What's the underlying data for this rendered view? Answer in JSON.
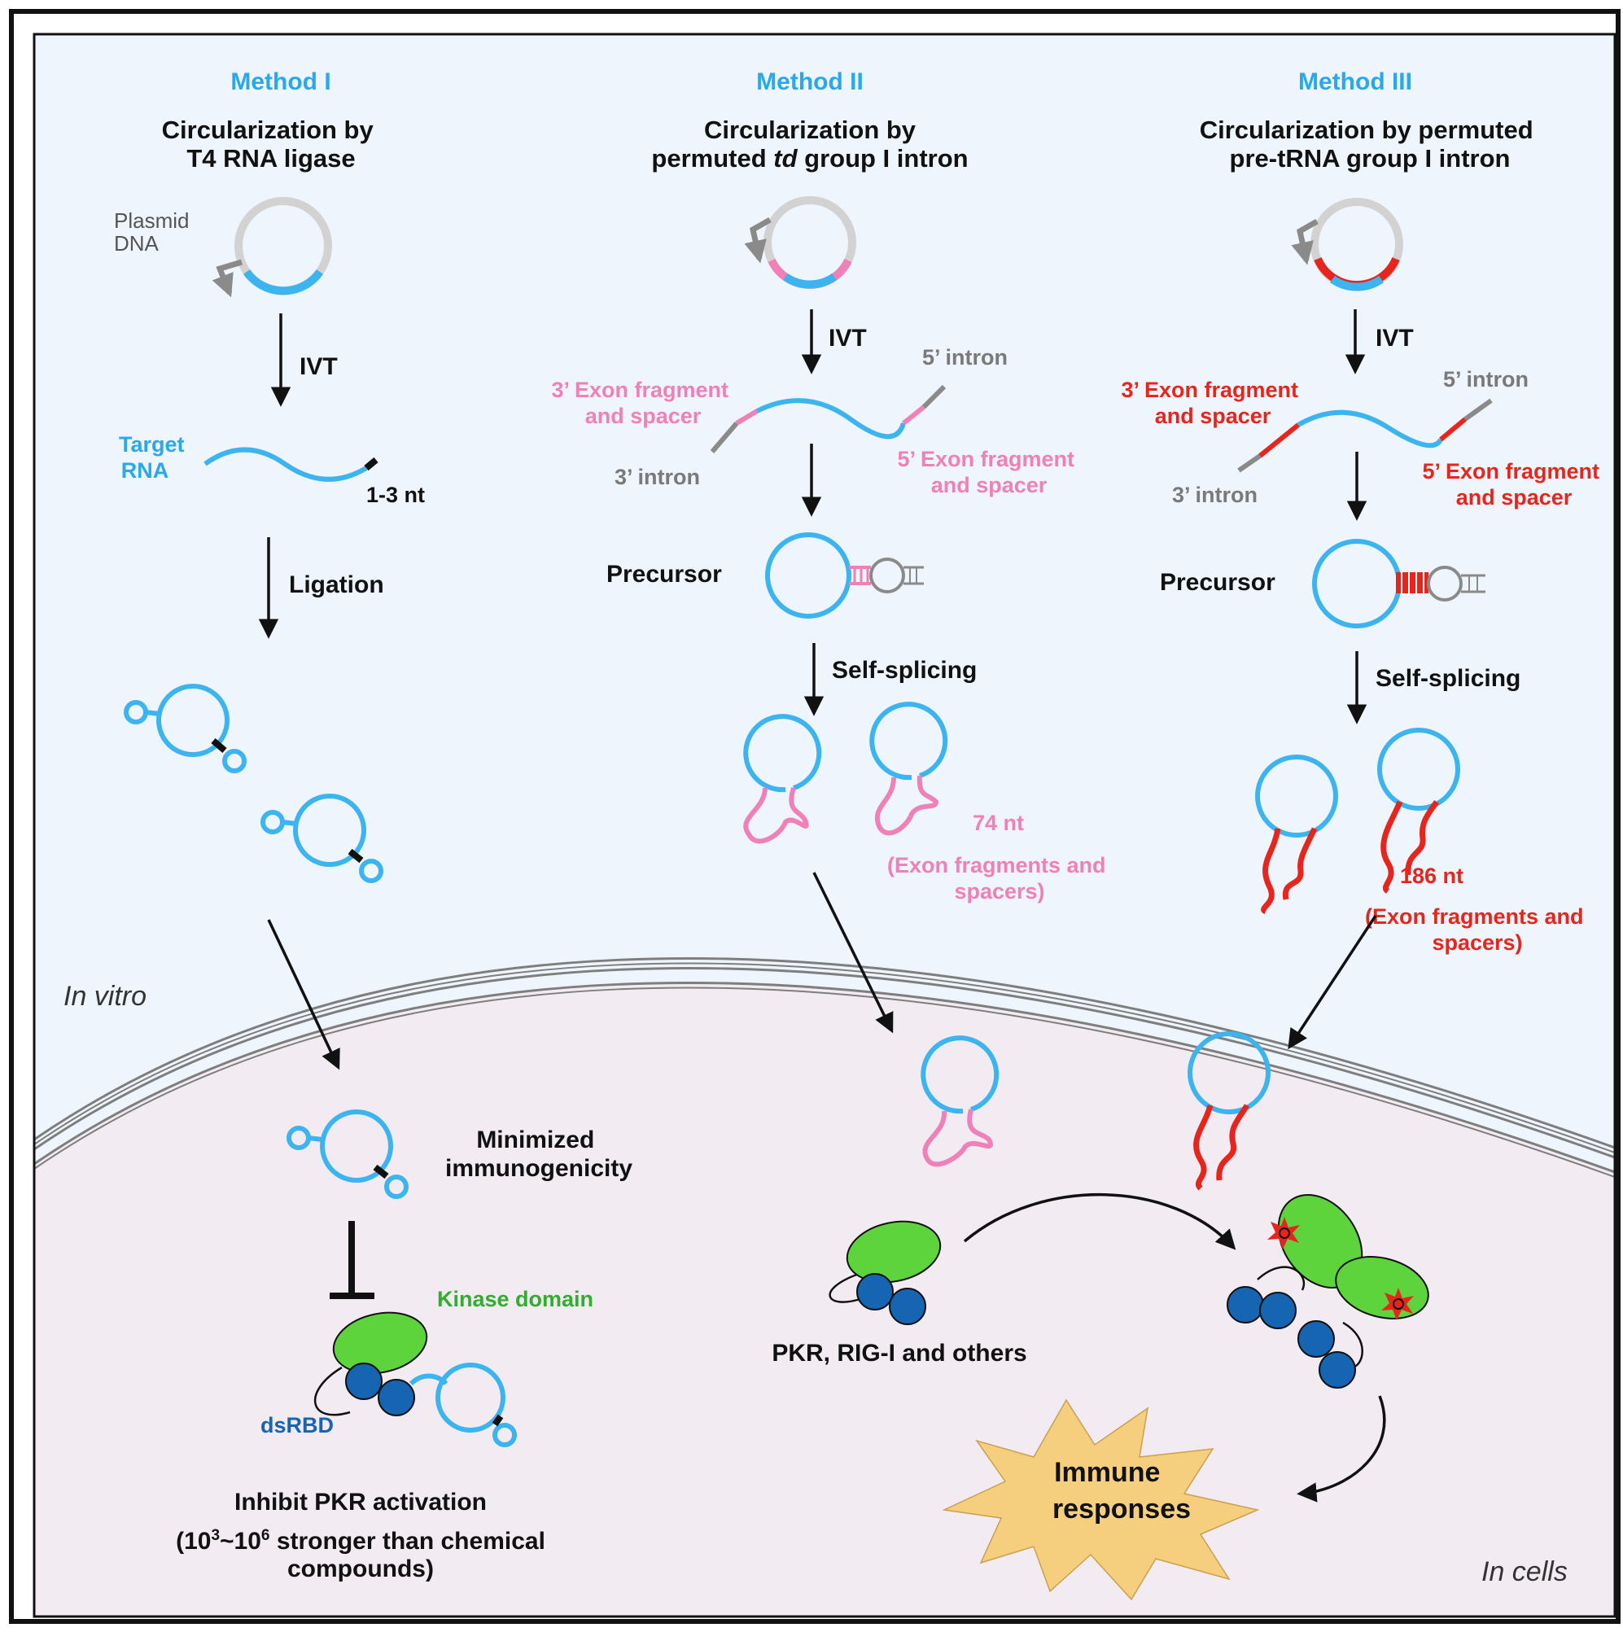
{
  "methods": [
    {
      "title": "Method I",
      "subtitle_lines": [
        "Circularization by",
        "T4 RNA ligase"
      ],
      "plasmid_label_lines": [
        "Plasmid",
        "DNA"
      ],
      "step1": "IVT",
      "target_rna_lines": [
        "Target",
        "RNA"
      ],
      "nt_label": "1-3 nt",
      "step2": "Ligation"
    },
    {
      "title": "Method II",
      "subtitle_line1": "Circularization by",
      "subtitle_line2_pre": "permuted ",
      "subtitle_line2_italic": "td",
      "subtitle_line2_post": " group I intron",
      "step1": "IVT",
      "intron5": "5’ intron",
      "exon3_lines": [
        "3’ Exon fragment",
        "and spacer"
      ],
      "intron3": "3’ intron",
      "exon5_lines": [
        "5’ Exon fragment",
        "and spacer"
      ],
      "precursor": "Precursor",
      "step2": "Self-splicing",
      "nt_label": "74 nt",
      "fragments_lines": [
        "(Exon fragments and",
        "spacers)"
      ]
    },
    {
      "title": "Method III",
      "subtitle_lines": [
        "Circularization by permuted",
        "pre-tRNA group I intron"
      ],
      "step1": "IVT",
      "intron5": "5’ intron",
      "exon3_lines": [
        "3’ Exon fragment",
        "and spacer"
      ],
      "intron3": "3’ intron",
      "exon5_lines": [
        "5’ Exon fragment",
        "and spacer"
      ],
      "precursor": "Precursor",
      "step2": "Self-splicing",
      "nt_label": "186 nt",
      "fragments_lines": [
        "(Exon fragments and",
        "spacers)"
      ]
    }
  ],
  "regions": {
    "in_vitro": "In vitro",
    "in_cells": "In cells"
  },
  "outcome_left": {
    "minimized_lines": [
      "Minimized",
      "immunogenicity"
    ],
    "kinase_domain": "Kinase domain",
    "dsrbd": "dsRBD",
    "inhibit": "Inhibit PKR activation",
    "stronger_base1": "10",
    "stronger_exp1": "3",
    "stronger_sep": "~10",
    "stronger_exp2": "6",
    "stronger_rest": " stronger than chemical",
    "stronger_line2": "compounds)"
  },
  "sensors": "PKR, RIG-I and others",
  "immune_lines": [
    "Immune",
    "responses"
  ],
  "colors": {
    "method_title": "#2aa8ea",
    "rna_blue": "#3cb4ef",
    "pink": "#f080b8",
    "red": "#e8251c",
    "kinase_green": "#5ed43c",
    "dsrbd_blue": "#1565b2",
    "in_vitro_bg": "#eef5fc",
    "in_cells_bg": "#f2ebf1",
    "burst": "#f6cf7e"
  }
}
